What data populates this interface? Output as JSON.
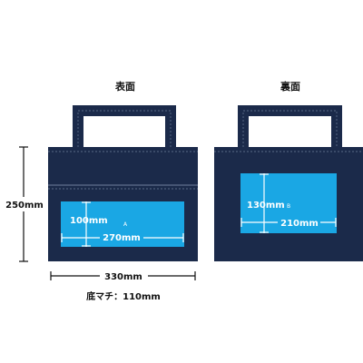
{
  "colors": {
    "bag": "#1b2a4a",
    "bag_stroke": "#0f1a30",
    "stitch": "#6f7f9c",
    "panel": "#1aa7e4",
    "panel_label": "#ffffff",
    "dimension": "#111111"
  },
  "front": {
    "title": "表面",
    "height_label": "250mm",
    "width_label": "330mm",
    "gusset_label": "底マチ：110mm",
    "panel": {
      "height_label": "100mm",
      "width_label": "270mm",
      "marker": "A"
    }
  },
  "back": {
    "title": "裏面",
    "panel": {
      "height_label": "130mm",
      "width_label": "210mm",
      "marker": "B"
    }
  }
}
